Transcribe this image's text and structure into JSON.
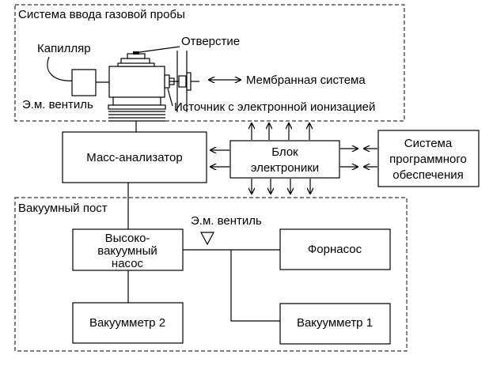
{
  "gas_inlet": {
    "title": "Система ввода газовой пробы",
    "capillary": "Капилляр",
    "orifice": "Отверстие",
    "membrane": "Мембранная система",
    "em_valve": "Э.м. вентиль",
    "ion_source": "Источник с электронной ионизацией"
  },
  "mass_analyzer": "Масс-анализатор",
  "electronics": [
    "Блок",
    "электроники"
  ],
  "software": [
    "Система",
    "программного",
    "обеспечения"
  ],
  "vacuum": {
    "title": "Вакуумный пост",
    "em_valve": "Э.м. вентиль",
    "hv_pump": [
      "Высоко-",
      "вакуумный",
      "насос"
    ],
    "fore_pump": "Форнасос",
    "gauge2": "Вакуумметр 2",
    "gauge1": "Вакуумметр 1"
  }
}
